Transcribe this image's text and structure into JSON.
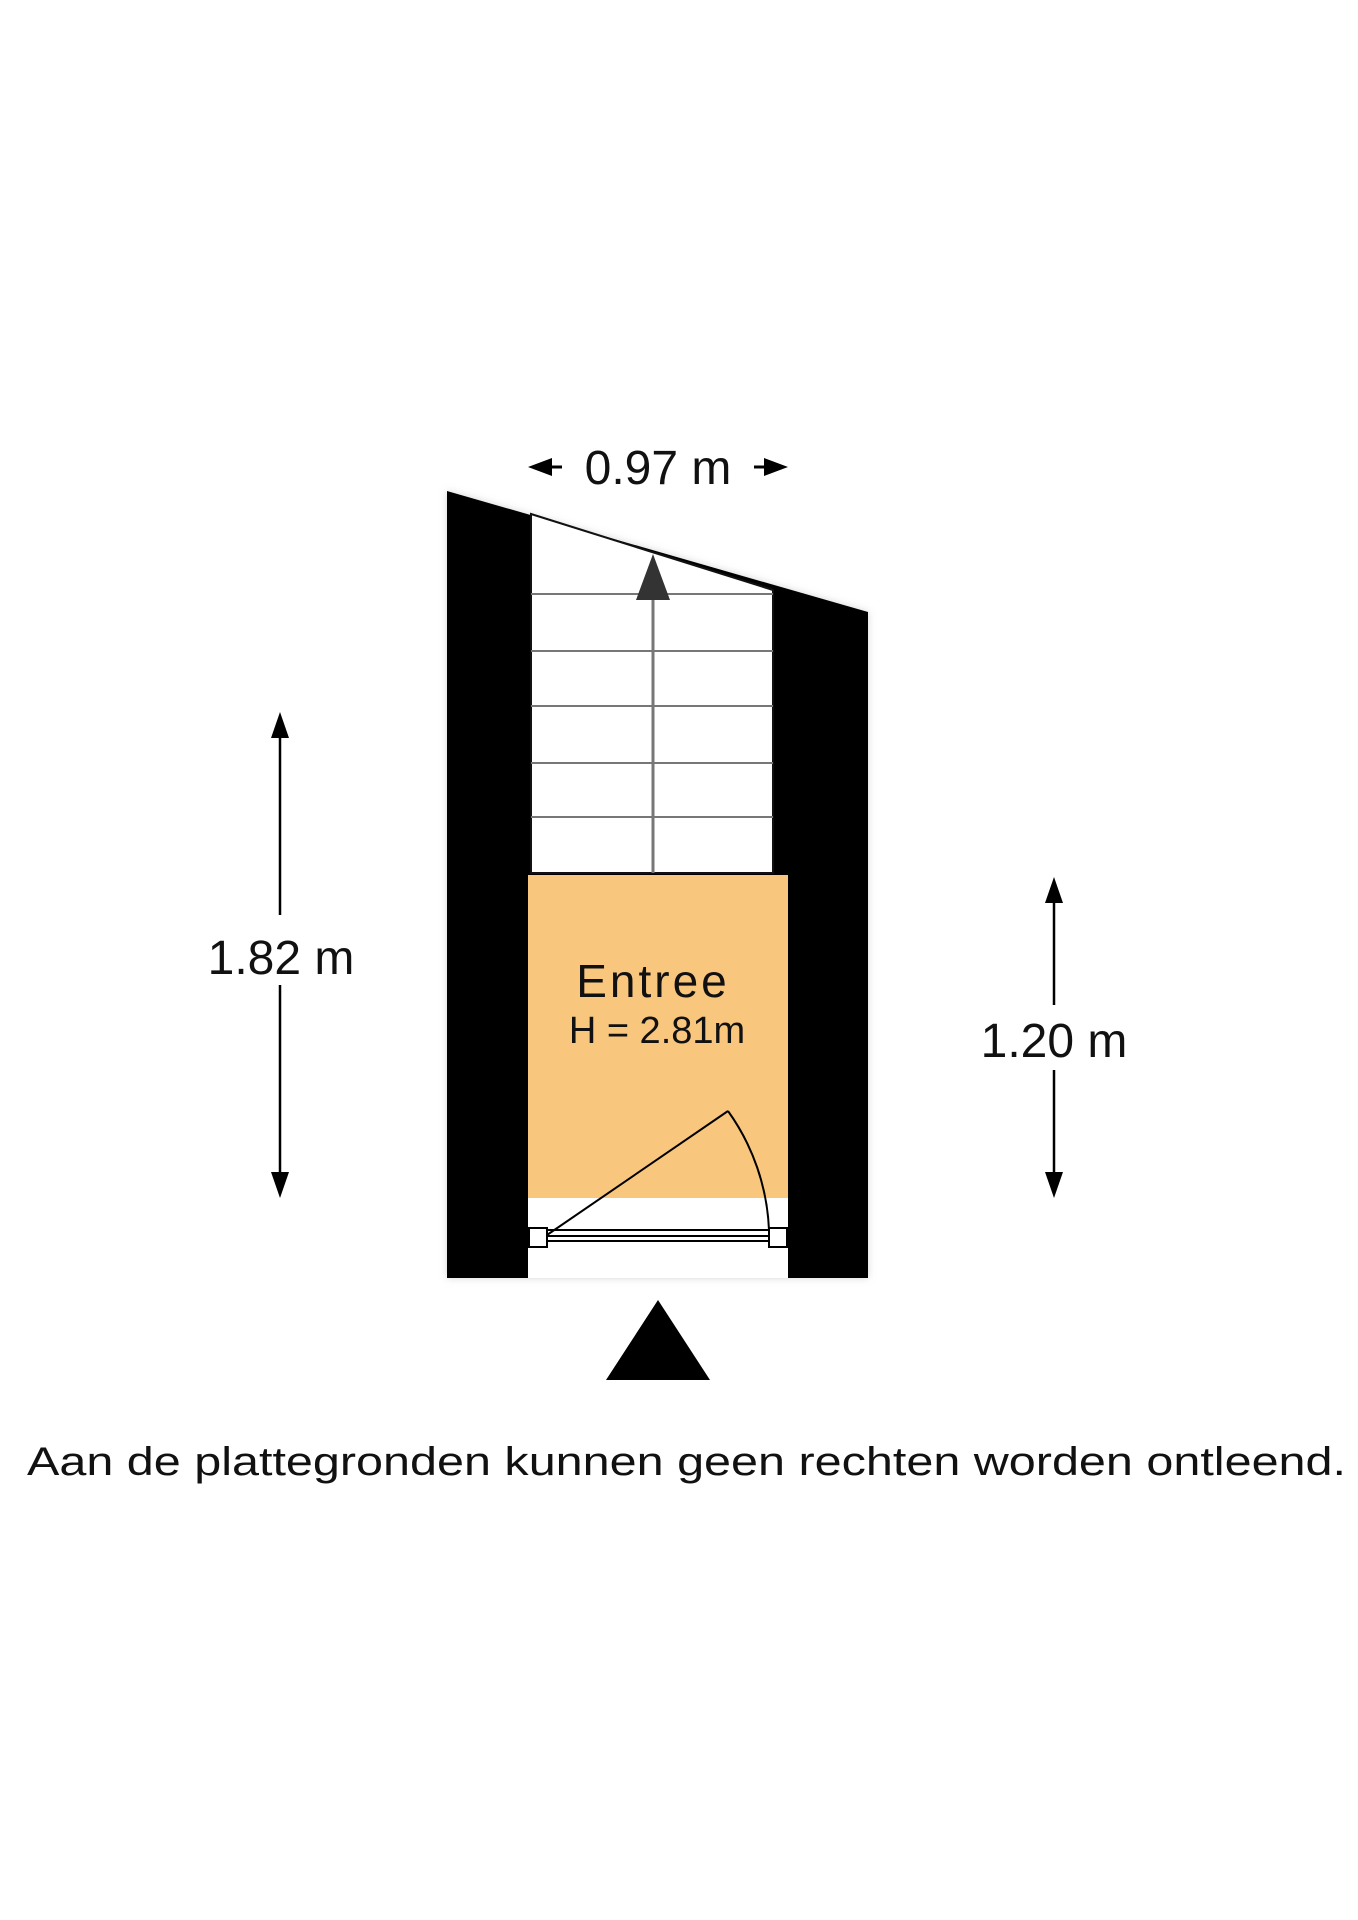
{
  "room": {
    "name": "Entree",
    "height": "H = 2.81m"
  },
  "dimensions": {
    "width_top": "0.97 m",
    "height_left": "1.82 m",
    "height_right": "1.20 m"
  },
  "disclaimer": "Aan de plattegronden kunnen geen rechten worden ontleend.",
  "colors": {
    "room_fill": "#f9c67e",
    "wall": "#000000"
  },
  "icons": {
    "stairs_direction": "arrow-up-icon",
    "entrance": "entrance-triangle-icon"
  }
}
